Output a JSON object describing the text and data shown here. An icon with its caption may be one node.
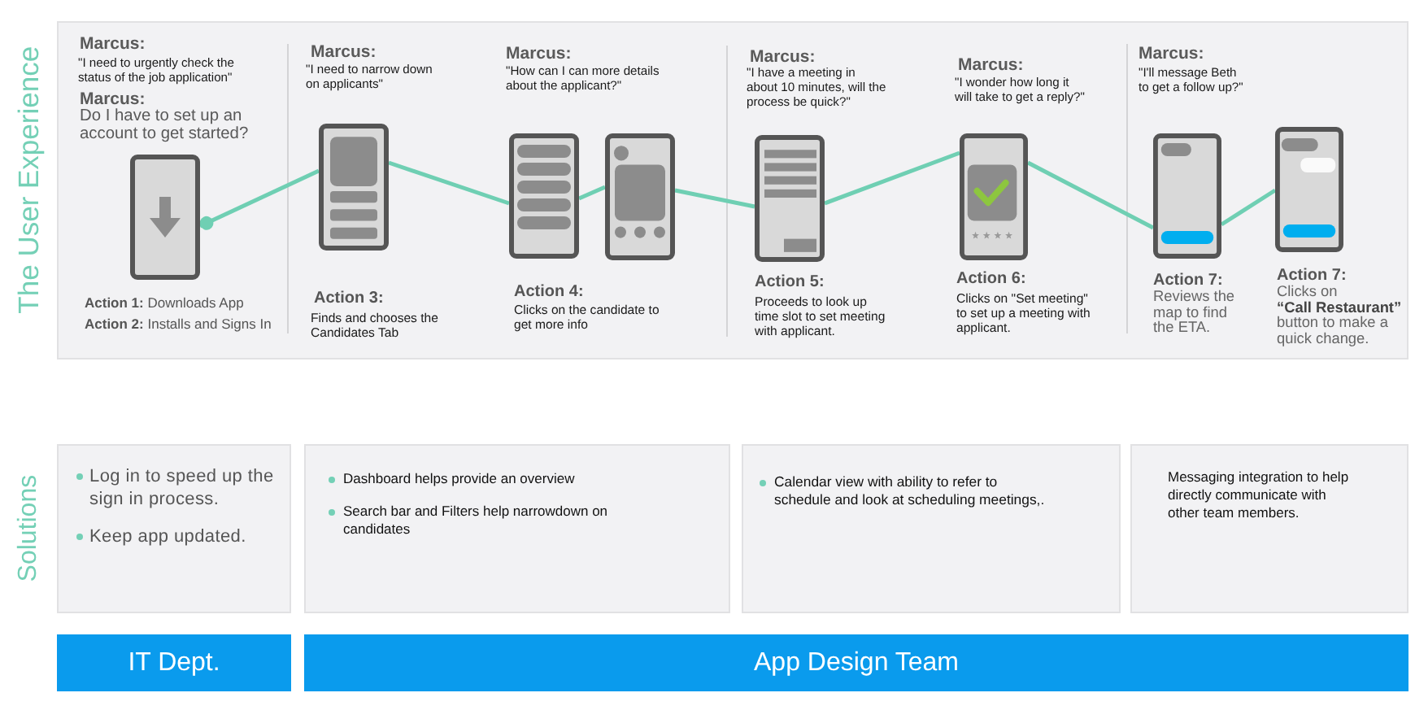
{
  "diagram": {
    "nodes": [
      {
        "text": [
          "The User Experience"
        ]
      },
      {
        "text": [],
        "shape": "picture",
        "in": 0,
        "beside": [
          "Marcus:",
          "\"I need to urgently check the status of the job application\"",
          "Marcus:",
          "Do I have to set up an account to get started?",
          "**Action 1:** Downloads App",
          "**Action 2:** Installs and Signs In"
        ]
      },
      {
        "text": [],
        "shape": "picture",
        "in": 0,
        "beside": [
          "Marcus:",
          "\"I need to narrow down on applicants\"",
          "Action 3:",
          "Finds and chooses the Candidates Tab"
        ]
      },
      {
        "text": [],
        "shape": "picture",
        "in": 0,
        "beside": [
          "Marcus:",
          "\"How can I can more details about the applicant?\"",
          "Action 4:",
          "Clicks on the candidate to get more info"
        ]
      },
      {
        "text": [],
        "shape": "picture",
        "in": 0
      },
      {
        "text": [],
        "shape": "picture",
        "in": 0,
        "beside": [
          "Marcus:",
          "\"I have a meeting in about 10 minutes, will the process be quick?\"",
          "Action 5:",
          "Proceeds to look up time slot to set meeting with applicant."
        ]
      },
      {
        "text": [],
        "shape": "picture",
        "in": 0,
        "beside": [
          "Marcus:",
          "\"I wonder how long it will take to get a reply?\"",
          "Action 6:",
          "Clicks on \"Set meeting\" to set up a meeting with applicant."
        ]
      },
      {
        "text": [],
        "shape": "picture",
        "in": 0,
        "beside": [
          "Marcus:",
          "\"I'll message Beth to get a follow up?\"",
          "Action 7:",
          "Reviews the map to find the ETA."
        ]
      },
      {
        "text": [],
        "shape": "picture",
        "in": 0,
        "beside": [
          "Action 7:",
          "Clicks on **“Call Restaurant”** button to make a quick change."
        ]
      },
      {
        "text": [
          "Log in to speed up the sign in process.",
          "Keep app updated."
        ]
      },
      {
        "text": [
          "Dashboard helps provide an overview",
          "Search bar and Filters help narrowdown on candidates"
        ]
      },
      {
        "text": [
          "Calendar view with ability to refer to schedule and look at scheduling meetings,."
        ]
      },
      {
        "text": [
          "Messaging integration to help directly communicate with other team members."
        ]
      },
      {
        "text": [
          "IT Dept."
        ]
      },
      {
        "text": [
          "App Design Team"
        ]
      }
    ],
    "edges": [
      {
        "from": 1,
        "to": 2,
        "arrow": "other"
      },
      {
        "from": 2,
        "to": 3,
        "arrow": "none"
      },
      {
        "from": 3,
        "to": 4,
        "arrow": "none"
      },
      {
        "from": 4,
        "to": 5,
        "arrow": "none"
      },
      {
        "from": 5,
        "to": 6,
        "arrow": "none"
      },
      {
        "from": 6,
        "to": 7,
        "arrow": "none"
      },
      {
        "from": 7,
        "to": 8,
        "arrow": "none"
      }
    ],
    "labels": [
      "Solutions"
    ]
  }
}
